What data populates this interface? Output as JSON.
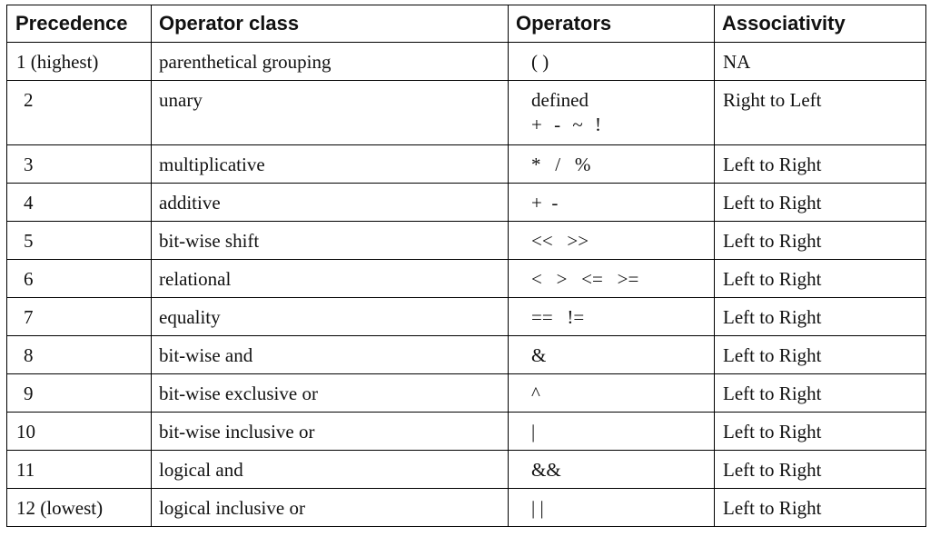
{
  "table": {
    "headers": {
      "precedence": "Precedence",
      "operator_class": "Operator class",
      "operators": "Operators",
      "associativity": "Associativity"
    },
    "rows": [
      {
        "precedence": "1  (highest)",
        "operator_class": "parenthetical grouping",
        "operators": [
          "( )"
        ],
        "associativity": "NA"
      },
      {
        "precedence": "2",
        "operator_class": "unary",
        "operators": [
          "defined",
          "+ - ~ !"
        ],
        "associativity": "Right to Left"
      },
      {
        "precedence": "3",
        "operator_class": "multiplicative",
        "operators": [
          "*   /   %"
        ],
        "associativity": "Left to Right"
      },
      {
        "precedence": "4",
        "operator_class": "additive",
        "operators": [
          "+  -"
        ],
        "associativity": "Left to Right"
      },
      {
        "precedence": "5",
        "operator_class": "bit-wise shift",
        "operators": [
          "<<   >>"
        ],
        "associativity": "Left to Right"
      },
      {
        "precedence": "6",
        "operator_class": "relational",
        "operators": [
          "<   >   <=   >="
        ],
        "associativity": "Left to Right"
      },
      {
        "precedence": "7",
        "operator_class": "equality",
        "operators": [
          "==   !="
        ],
        "associativity": "Left to Right"
      },
      {
        "precedence": "8",
        "operator_class": "bit-wise and",
        "operators": [
          "&"
        ],
        "associativity": "Left to Right"
      },
      {
        "precedence": "9",
        "operator_class": "bit-wise exclusive or",
        "operators": [
          "^"
        ],
        "associativity": "Left to Right"
      },
      {
        "precedence": "10",
        "operator_class": "bit-wise inclusive or",
        "operators": [
          "|"
        ],
        "associativity": "Left to Right"
      },
      {
        "precedence": "11",
        "operator_class": "logical and",
        "operators": [
          "&&"
        ],
        "associativity": "Left to Right"
      },
      {
        "precedence": "12 (lowest)",
        "operator_class": "logical inclusive or",
        "operators": [
          "| |"
        ],
        "associativity": "Left to Right"
      }
    ]
  }
}
